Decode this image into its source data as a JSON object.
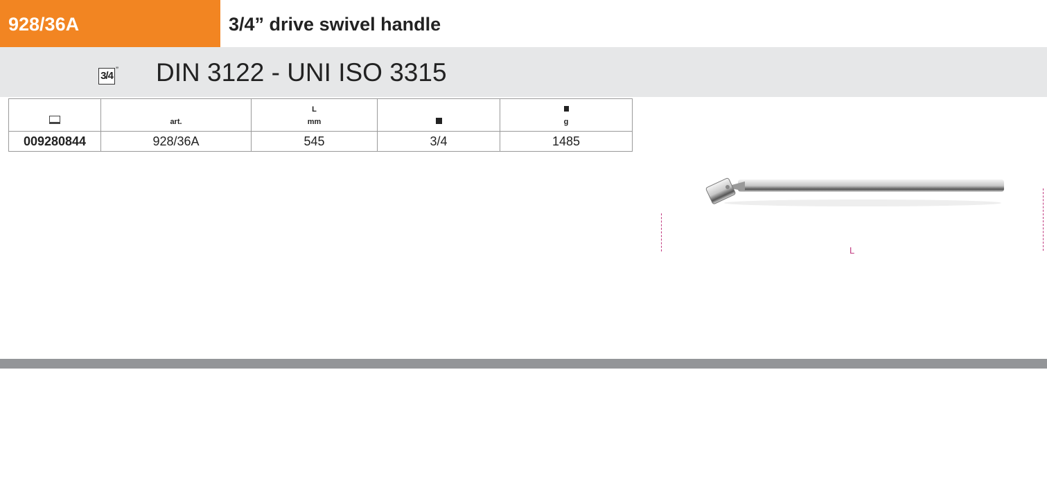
{
  "header": {
    "code": "928/36A",
    "title": "3/4” drive swivel handle"
  },
  "band": {
    "drive_icon": "3/4",
    "drive_quote": "”",
    "standards": "DIN 3122 - UNI ISO 3315"
  },
  "table": {
    "headers": [
      {
        "icon": "barcode-icon",
        "line1": "",
        "line2": ""
      },
      {
        "line1": "",
        "line2": "art."
      },
      {
        "line1": "L",
        "line2": "mm"
      },
      {
        "icon": "square-drive-icon",
        "line1": "",
        "line2": ""
      },
      {
        "icon": "weight-icon",
        "line1": "",
        "line2": "g"
      }
    ],
    "rows": [
      [
        "009280844",
        "928/36A",
        "545",
        "3/4",
        "1485"
      ]
    ]
  },
  "drawing": {
    "dimension_label": "L"
  },
  "colors": {
    "accent": "#f28522",
    "band": "#e6e7e8",
    "dimension": "#c0397f"
  }
}
